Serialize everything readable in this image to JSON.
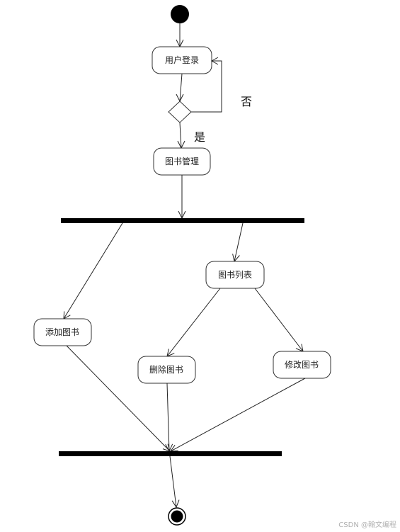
{
  "diagram": {
    "nodes": {
      "login": "用户登录",
      "book_management": "图书管理",
      "book_list": "图书列表",
      "add_book": "添加图书",
      "delete_book": "删除图书",
      "edit_book": "修改图书"
    },
    "guards": {
      "no": "否",
      "yes": "是"
    }
  },
  "watermark": "CSDN @翰文编程"
}
